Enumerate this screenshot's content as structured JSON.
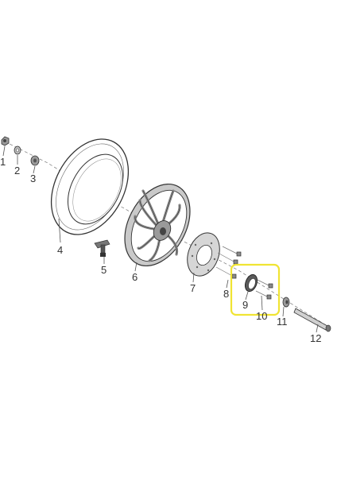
{
  "parts": [
    {
      "id": "1",
      "name": "axle-nut"
    },
    {
      "id": "2",
      "name": "washer"
    },
    {
      "id": "3",
      "name": "bearing"
    },
    {
      "id": "4",
      "name": "tire"
    },
    {
      "id": "5",
      "name": "valve"
    },
    {
      "id": "6",
      "name": "rim"
    },
    {
      "id": "7",
      "name": "brake-disc"
    },
    {
      "id": "8",
      "name": "disc-bolts"
    },
    {
      "id": "9",
      "name": "sensor-ring"
    },
    {
      "id": "10",
      "name": "bolts"
    },
    {
      "id": "11",
      "name": "collar"
    },
    {
      "id": "12",
      "name": "axle"
    }
  ],
  "highlight": {
    "color": "#f0e433",
    "parts": [
      "9",
      "10"
    ]
  },
  "colors": {
    "line": "#333333",
    "part_fill": "#bdbdbd",
    "dark": "#4a4a4a"
  }
}
